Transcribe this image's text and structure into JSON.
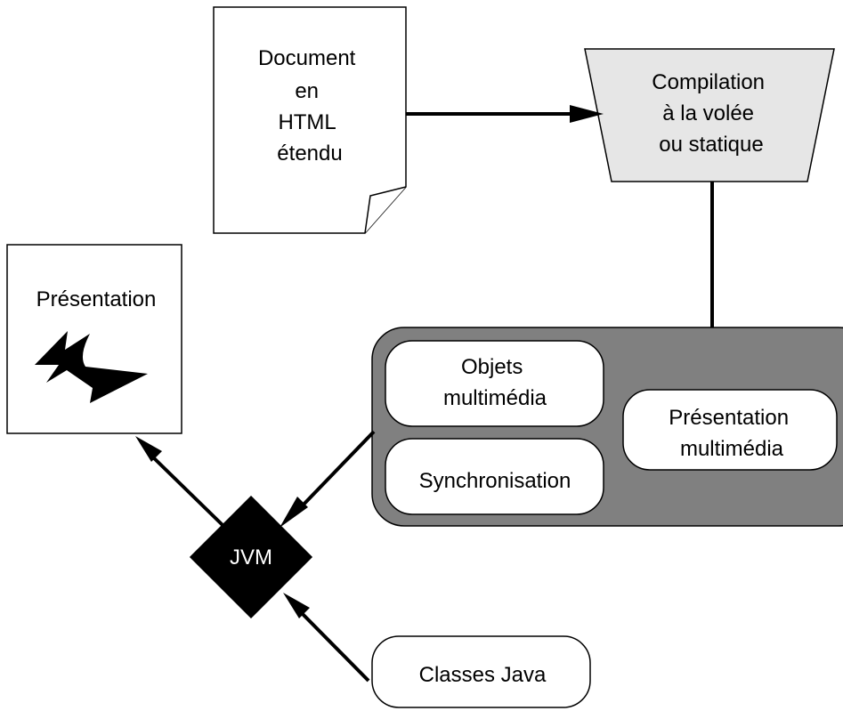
{
  "document_node": {
    "lines": [
      "Document",
      "en",
      "HTML",
      "étendu"
    ]
  },
  "compilation_node": {
    "lines": [
      "Compilation",
      "à la volée",
      "ou statique"
    ],
    "fill": "#e6e6e6"
  },
  "runtime_group": {
    "fill": "#808080",
    "objets_node": {
      "lines": [
        "Objets",
        "multimédia"
      ]
    },
    "synchronisation_node": {
      "lines": [
        "Synchronisation"
      ]
    },
    "presentation_multimedia_node": {
      "lines": [
        "Présentation",
        "multimédia"
      ]
    }
  },
  "jvm_node": {
    "label": "JVM",
    "fill": "#000000"
  },
  "output_node": {
    "title": "Présentation",
    "icon": "zigzag-waveform-icon"
  },
  "classes_node": {
    "label": "Classes Java"
  }
}
